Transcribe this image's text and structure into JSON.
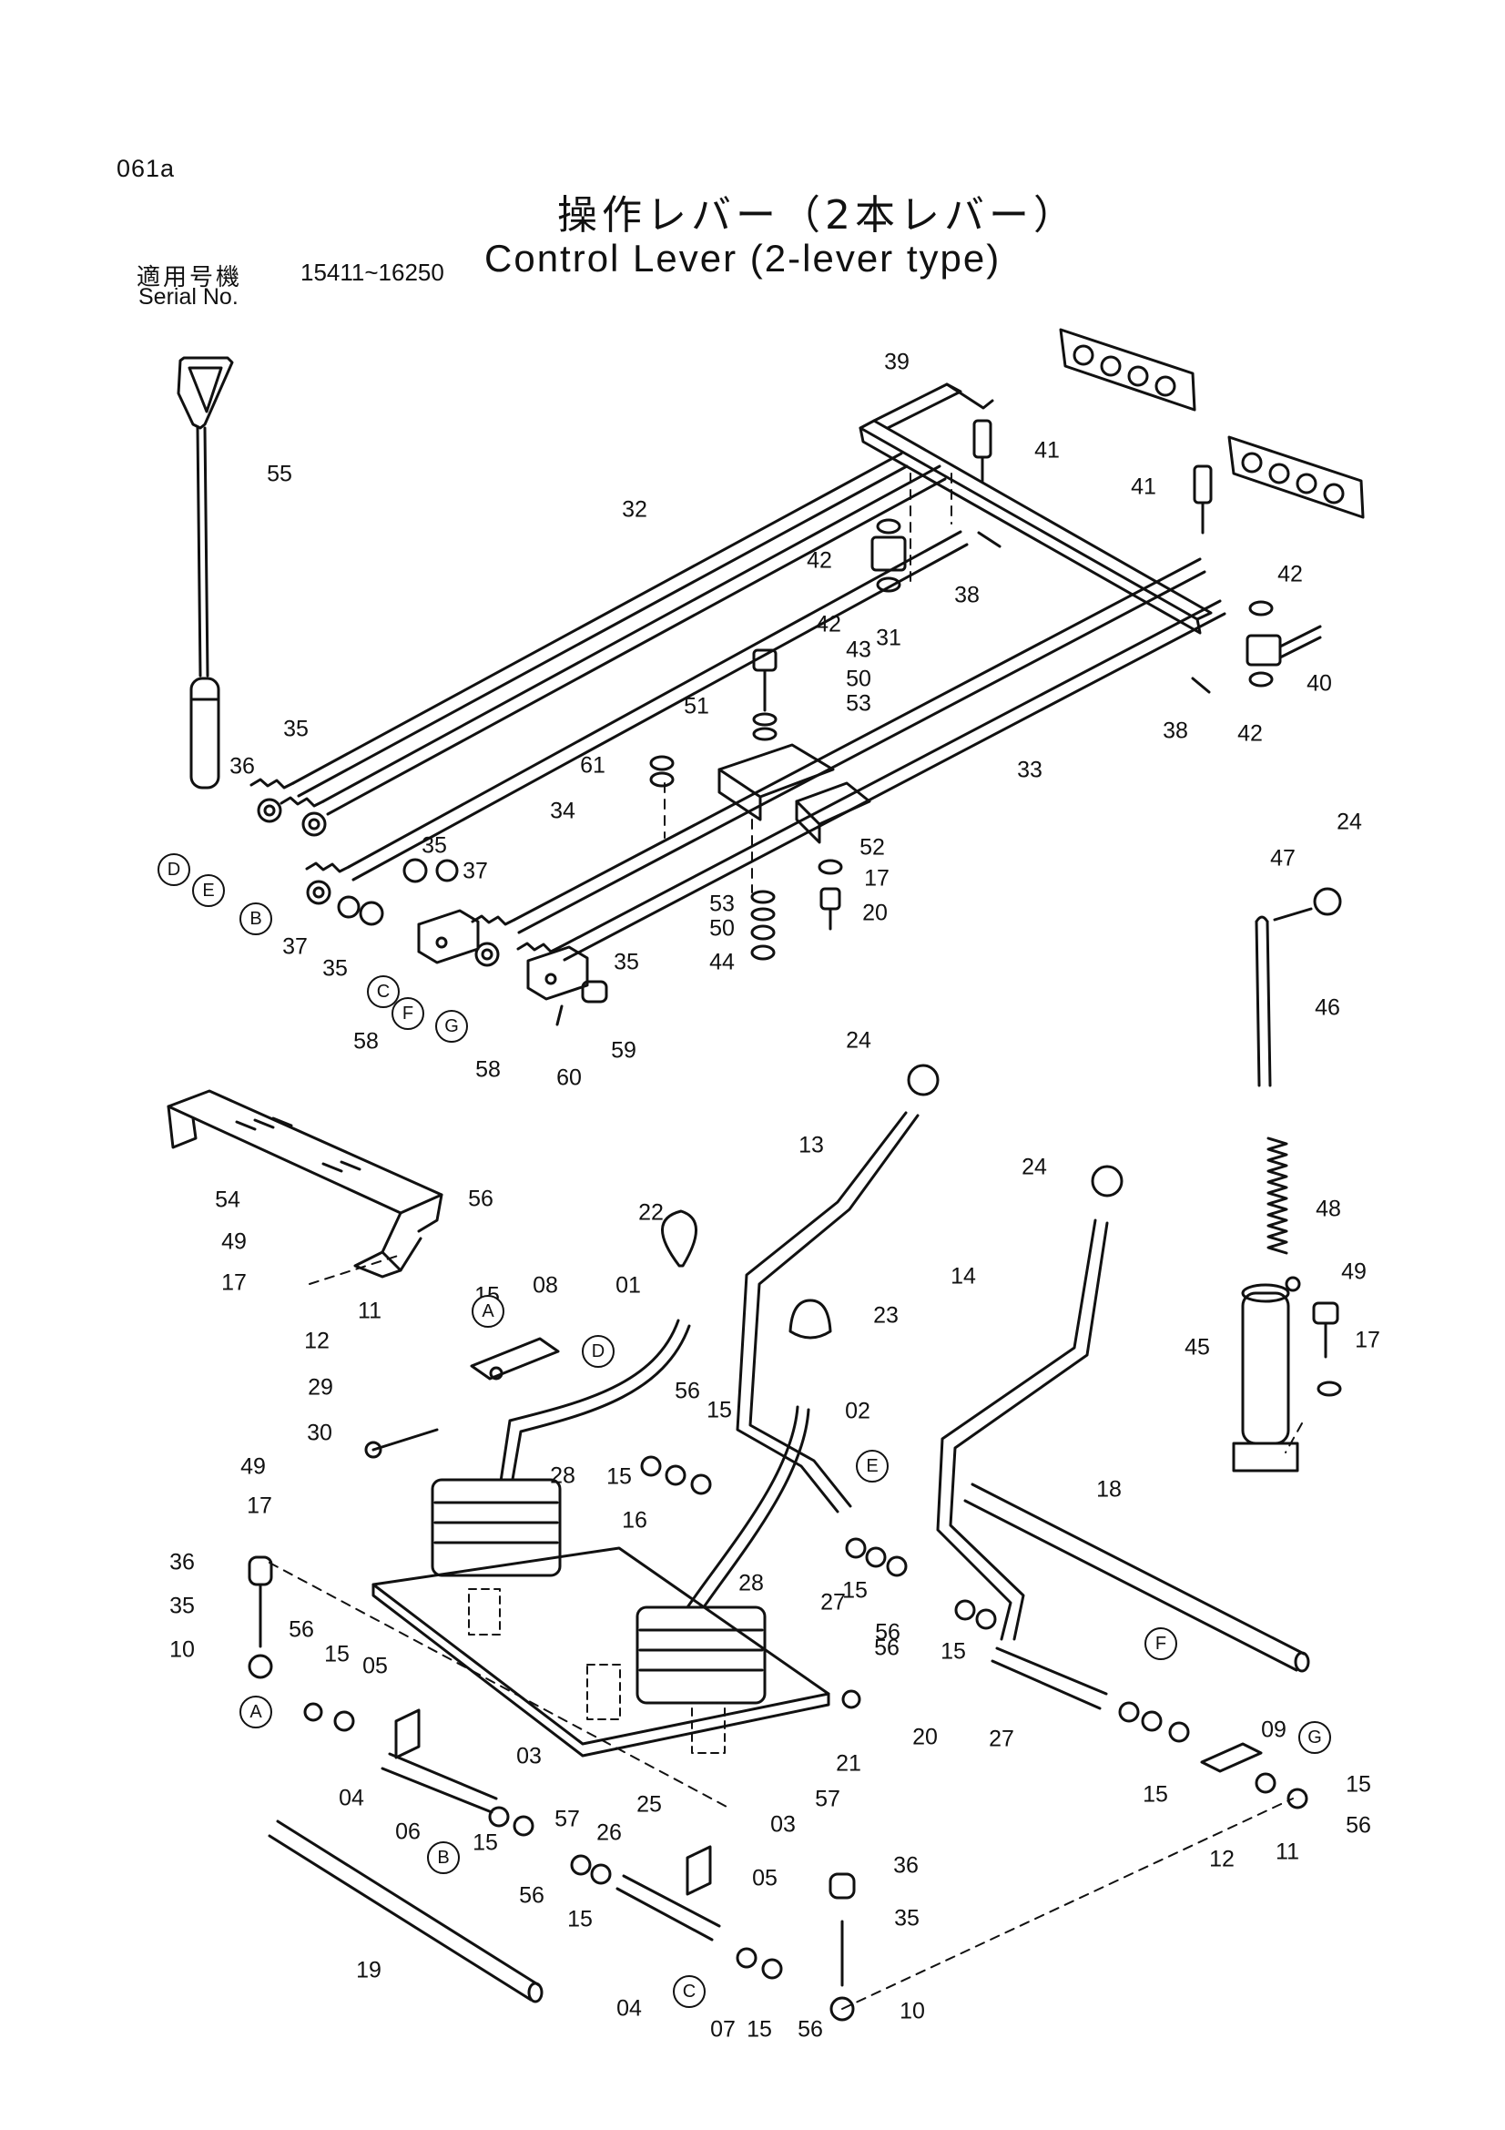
{
  "page_code": "061a",
  "title_jp": "操作レバー（2本レバー）",
  "serial_label_jp": "適用号機",
  "serial_range": "15411~16250",
  "title_en": "Control Lever (2-lever type)",
  "serial_label_en": "Serial No.",
  "part_labels": [
    "55",
    "39",
    "41",
    "41",
    "32",
    "42",
    "42",
    "38",
    "42",
    "40",
    "42",
    "38",
    "43",
    "50",
    "53",
    "31",
    "33",
    "51",
    "52",
    "17",
    "20",
    "61",
    "35",
    "36",
    "34",
    "35",
    "37",
    "37",
    "35",
    "53",
    "50",
    "44",
    "35",
    "58",
    "58",
    "59",
    "60",
    "24",
    "47",
    "46",
    "24",
    "13",
    "24",
    "14",
    "48",
    "54",
    "56",
    "49",
    "17",
    "22",
    "01",
    "08",
    "15",
    "11",
    "12",
    "29",
    "30",
    "15",
    "56",
    "15",
    "23",
    "02",
    "49",
    "45",
    "17",
    "49",
    "17",
    "28",
    "16",
    "28",
    "36",
    "35",
    "10",
    "56",
    "15",
    "05",
    "15",
    "56",
    "27",
    "56",
    "15",
    "27",
    "20",
    "21",
    "03",
    "04",
    "06",
    "15",
    "57",
    "26",
    "25",
    "03",
    "57",
    "36",
    "05",
    "09",
    "15",
    "15",
    "56",
    "12",
    "11",
    "56",
    "15",
    "35",
    "19",
    "04",
    "07",
    "15",
    "56",
    "10",
    "18"
  ],
  "circled_labels": [
    "D",
    "E",
    "B",
    "C",
    "F",
    "G",
    "A",
    "D",
    "A",
    "E",
    "B",
    "F",
    "G",
    "C"
  ]
}
